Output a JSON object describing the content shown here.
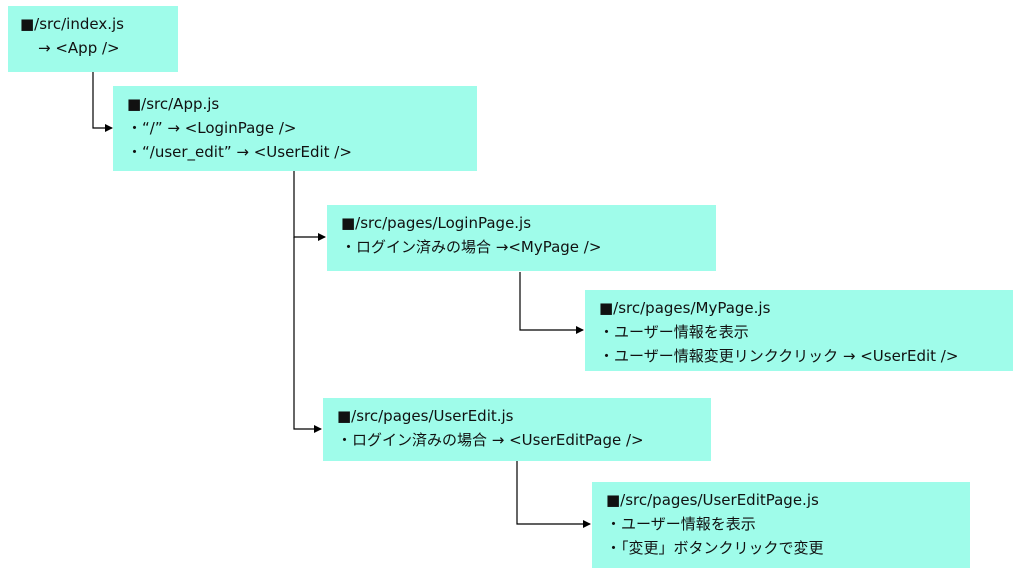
{
  "boxes": {
    "index": {
      "title": "■/src/index.js",
      "lines": [
        "→ <App />"
      ]
    },
    "app": {
      "title": "■/src/App.js",
      "lines": [
        "・“/” → <LoginPage />",
        "・“/user_edit” → <UserEdit />"
      ]
    },
    "login": {
      "title": "■/src/pages/LoginPage.js",
      "lines": [
        "・ログイン済みの場合 →<MyPage />"
      ]
    },
    "mypage": {
      "title": "■/src/pages/MyPage.js",
      "lines": [
        "・ユーザー情報を表示",
        "・ユーザー情報変更リンククリック → <UserEdit />"
      ]
    },
    "useredit": {
      "title": "■/src/pages/UserEdit.js",
      "lines": [
        "・ログイン済みの場合 → <UserEditPage />"
      ]
    },
    "usereditpage": {
      "title": "■/src/pages/UserEditPage.js",
      "lines": [
        "・ユーザー情報を表示",
        "・「変更」ボタンクリックで変更"
      ]
    }
  },
  "colors": {
    "box_fill": "#9ffcea",
    "connector": "#000000"
  }
}
